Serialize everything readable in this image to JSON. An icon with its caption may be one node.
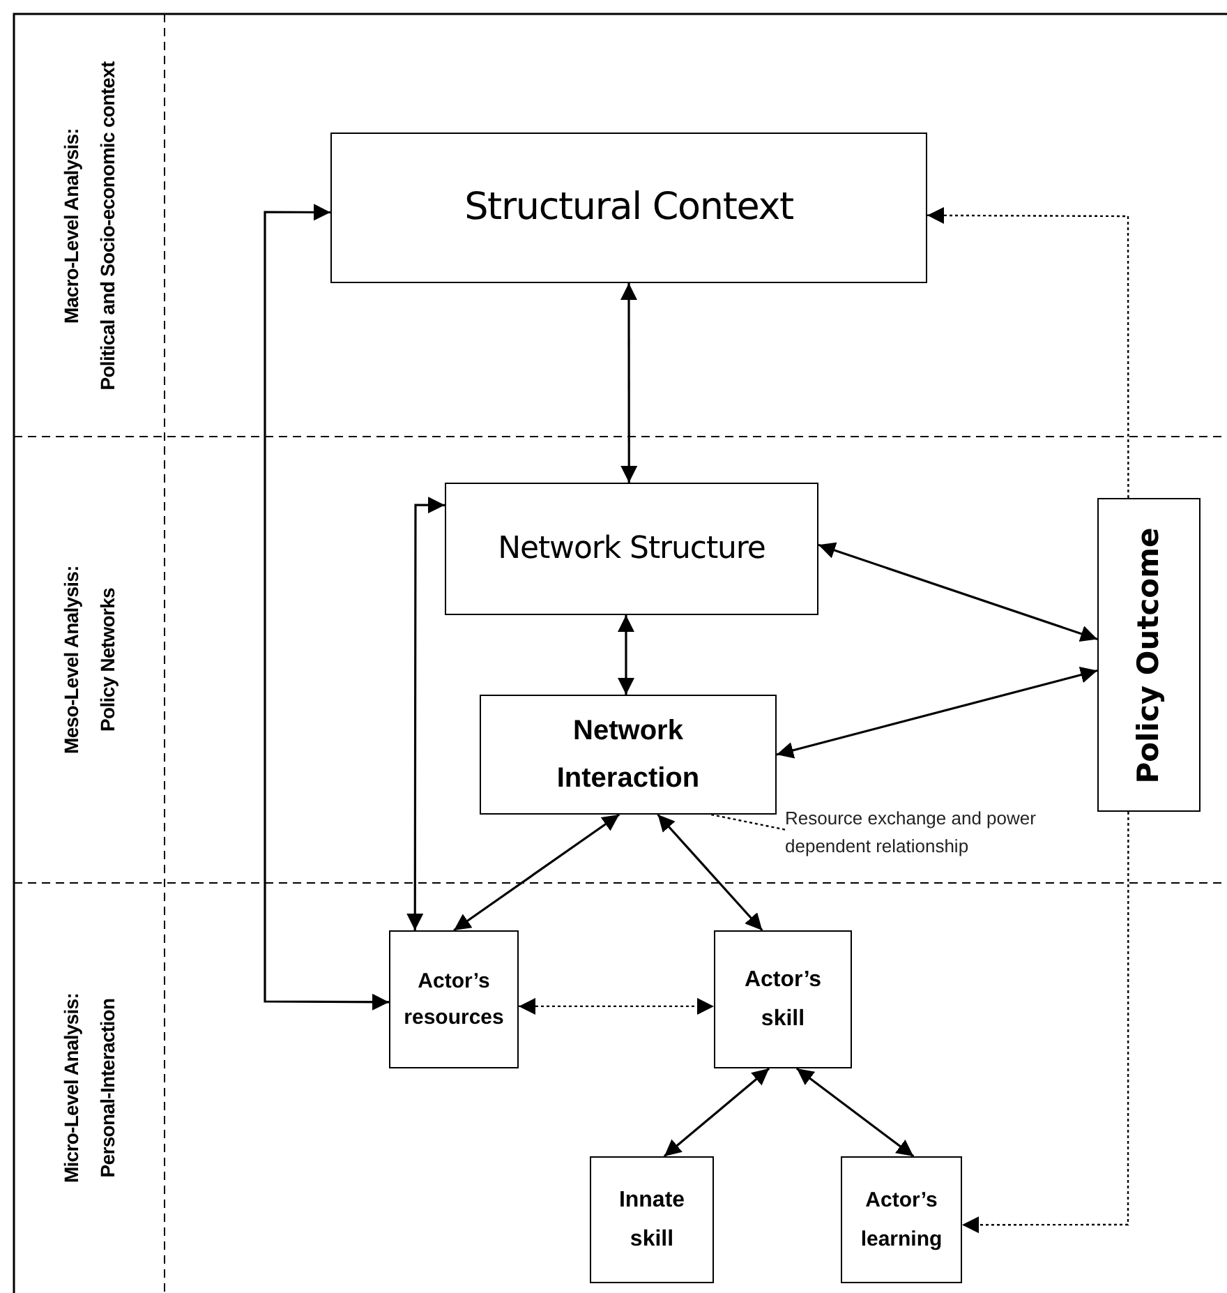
{
  "diagram": {
    "nodes": [
      {
        "text": [
          "Structural Context"
        ]
      },
      {
        "text": [
          "Network Structure"
        ]
      },
      {
        "text": [
          "Network Interaction"
        ]
      },
      {
        "text": [
          "Policy Outcome"
        ]
      },
      {
        "text": [
          "Actor’s resources"
        ]
      },
      {
        "text": [
          "Actor’s skill"
        ]
      },
      {
        "text": [
          "Innate skill"
        ]
      },
      {
        "text": [
          "Actor’s learning"
        ]
      },
      {
        "text": [
          "Resource exchange and power dependent relationship"
        ]
      }
    ],
    "edges": [
      {
        "from": 0,
        "to": 1,
        "arrow": "both"
      },
      {
        "from": 1,
        "to": 2,
        "arrow": "both"
      },
      {
        "from": 1,
        "to": 3,
        "arrow": "both"
      },
      {
        "from": 2,
        "to": 3,
        "arrow": "both"
      },
      {
        "from": 2,
        "to": 4,
        "arrow": "both"
      },
      {
        "from": 2,
        "to": 5,
        "arrow": "both"
      },
      {
        "from": 4,
        "to": 5,
        "arrow": "both",
        "style": "dashed"
      },
      {
        "from": 5,
        "to": 6,
        "arrow": "both"
      },
      {
        "from": 5,
        "to": 7,
        "arrow": "both"
      },
      {
        "from": 3,
        "to": 0,
        "arrow": "to",
        "style": "dashed"
      },
      {
        "from": 3,
        "to": 7,
        "arrow": "to",
        "style": "dashed"
      },
      {
        "from": 0,
        "to": 4,
        "arrow": "both"
      },
      {
        "from": 1,
        "to": 4,
        "arrow": "both"
      },
      {
        "from": 8,
        "to": 2,
        "arrow": "none",
        "style": "dashed"
      }
    ],
    "labels": [
      "Macro-Level Analysis:",
      "Political and Socio-economic context",
      "Meso-Level Analysis:",
      "Policy Networks",
      "Micro-Level Analysis:",
      "Personal-Interaction"
    ]
  }
}
